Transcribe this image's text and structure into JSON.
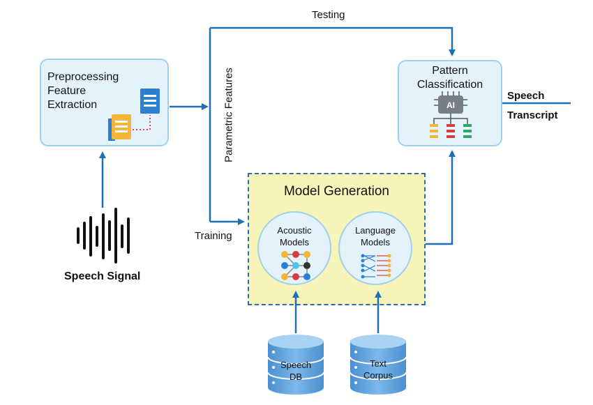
{
  "nodes": {
    "preprocessing": "Preprocessing\nFeature\nExtraction",
    "pattern_classification": "Pattern\nClassification",
    "model_generation": "Model Generation",
    "acoustic_models": "Acoustic\nModels",
    "language_models": "Language\nModels",
    "speech_db": "Speech\nDB",
    "text_corpus": "Text\nCorpus"
  },
  "edge_labels": {
    "testing": "Testing",
    "training": "Training",
    "parametric_features": "Parametric Features",
    "speech_signal": "Speech Signal",
    "speech_transcript": "Speech\nTranscript"
  },
  "icons": {
    "documents": "documents-icon",
    "ai_chip": "ai-chip-icon",
    "waveform": "waveform-icon",
    "neural_network": "neural-network-icon",
    "database": "database-icon",
    "ai_chip_text": "AI"
  },
  "colors": {
    "arrow": "#1f6fb5",
    "box_fill": "#e4f3fb",
    "model_fill": "#f7f4b9",
    "db_fill": "#5a9fdc"
  }
}
